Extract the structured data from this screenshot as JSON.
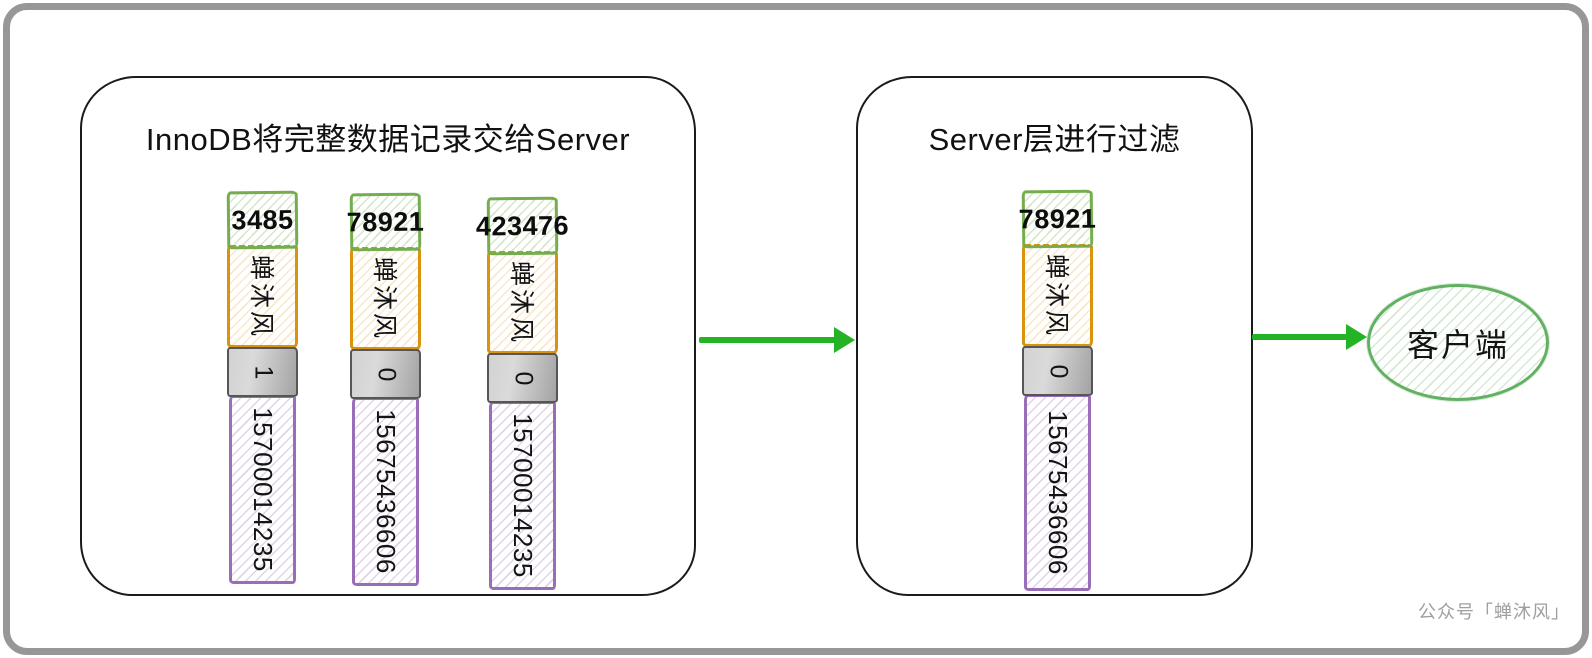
{
  "stage1": {
    "title": "InnoDB将完整数据记录交给Server",
    "records": [
      {
        "id": "3485",
        "name": "蝉沐风",
        "flag": "1",
        "phone": "15700014235"
      },
      {
        "id": "78921",
        "name": "蝉沐风",
        "flag": "0",
        "phone": "15675436606"
      },
      {
        "id": "423476",
        "name": "蝉沐风",
        "flag": "0",
        "phone": "15700014235"
      }
    ]
  },
  "stage2": {
    "title": "Server层进行过滤",
    "records": [
      {
        "id": "78921",
        "name": "蝉沐风",
        "flag": "0",
        "phone": "15675436606"
      }
    ]
  },
  "client": {
    "label": "客户端"
  },
  "watermark": "公众号「蝉沐风」",
  "colors": {
    "arrow_green": "#24b324",
    "record_id_green": "#74ad4d",
    "record_name_orange": "#d9930f",
    "record_flag_gray": "#565656",
    "record_phone_purple": "#9a6db9",
    "client_green": "#62b162",
    "box_border": "#1b1b1b",
    "frame_gray": "#979797",
    "watermark_gray": "#9f9f9f"
  }
}
